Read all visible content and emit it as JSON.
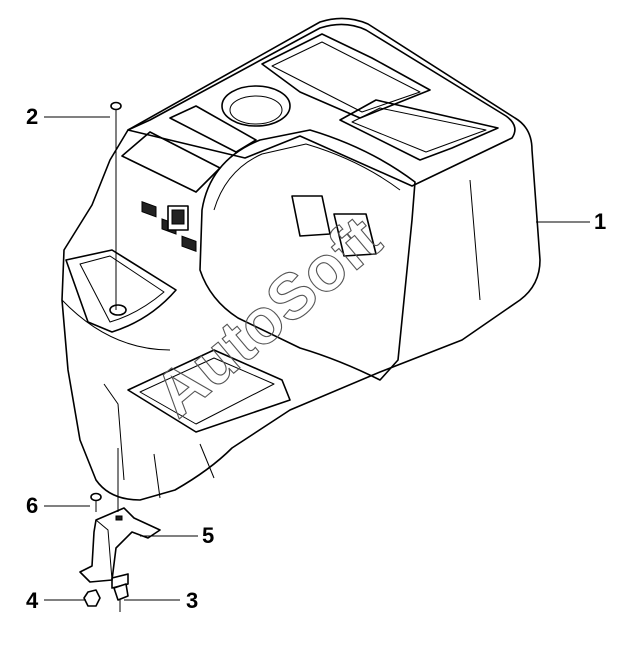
{
  "diagram": {
    "watermark": "AutoSoft",
    "callouts": [
      {
        "id": "1",
        "label": "1"
      },
      {
        "id": "2",
        "label": "2"
      },
      {
        "id": "3",
        "label": "3"
      },
      {
        "id": "4",
        "label": "4"
      },
      {
        "id": "5",
        "label": "5"
      },
      {
        "id": "6",
        "label": "6"
      }
    ]
  }
}
